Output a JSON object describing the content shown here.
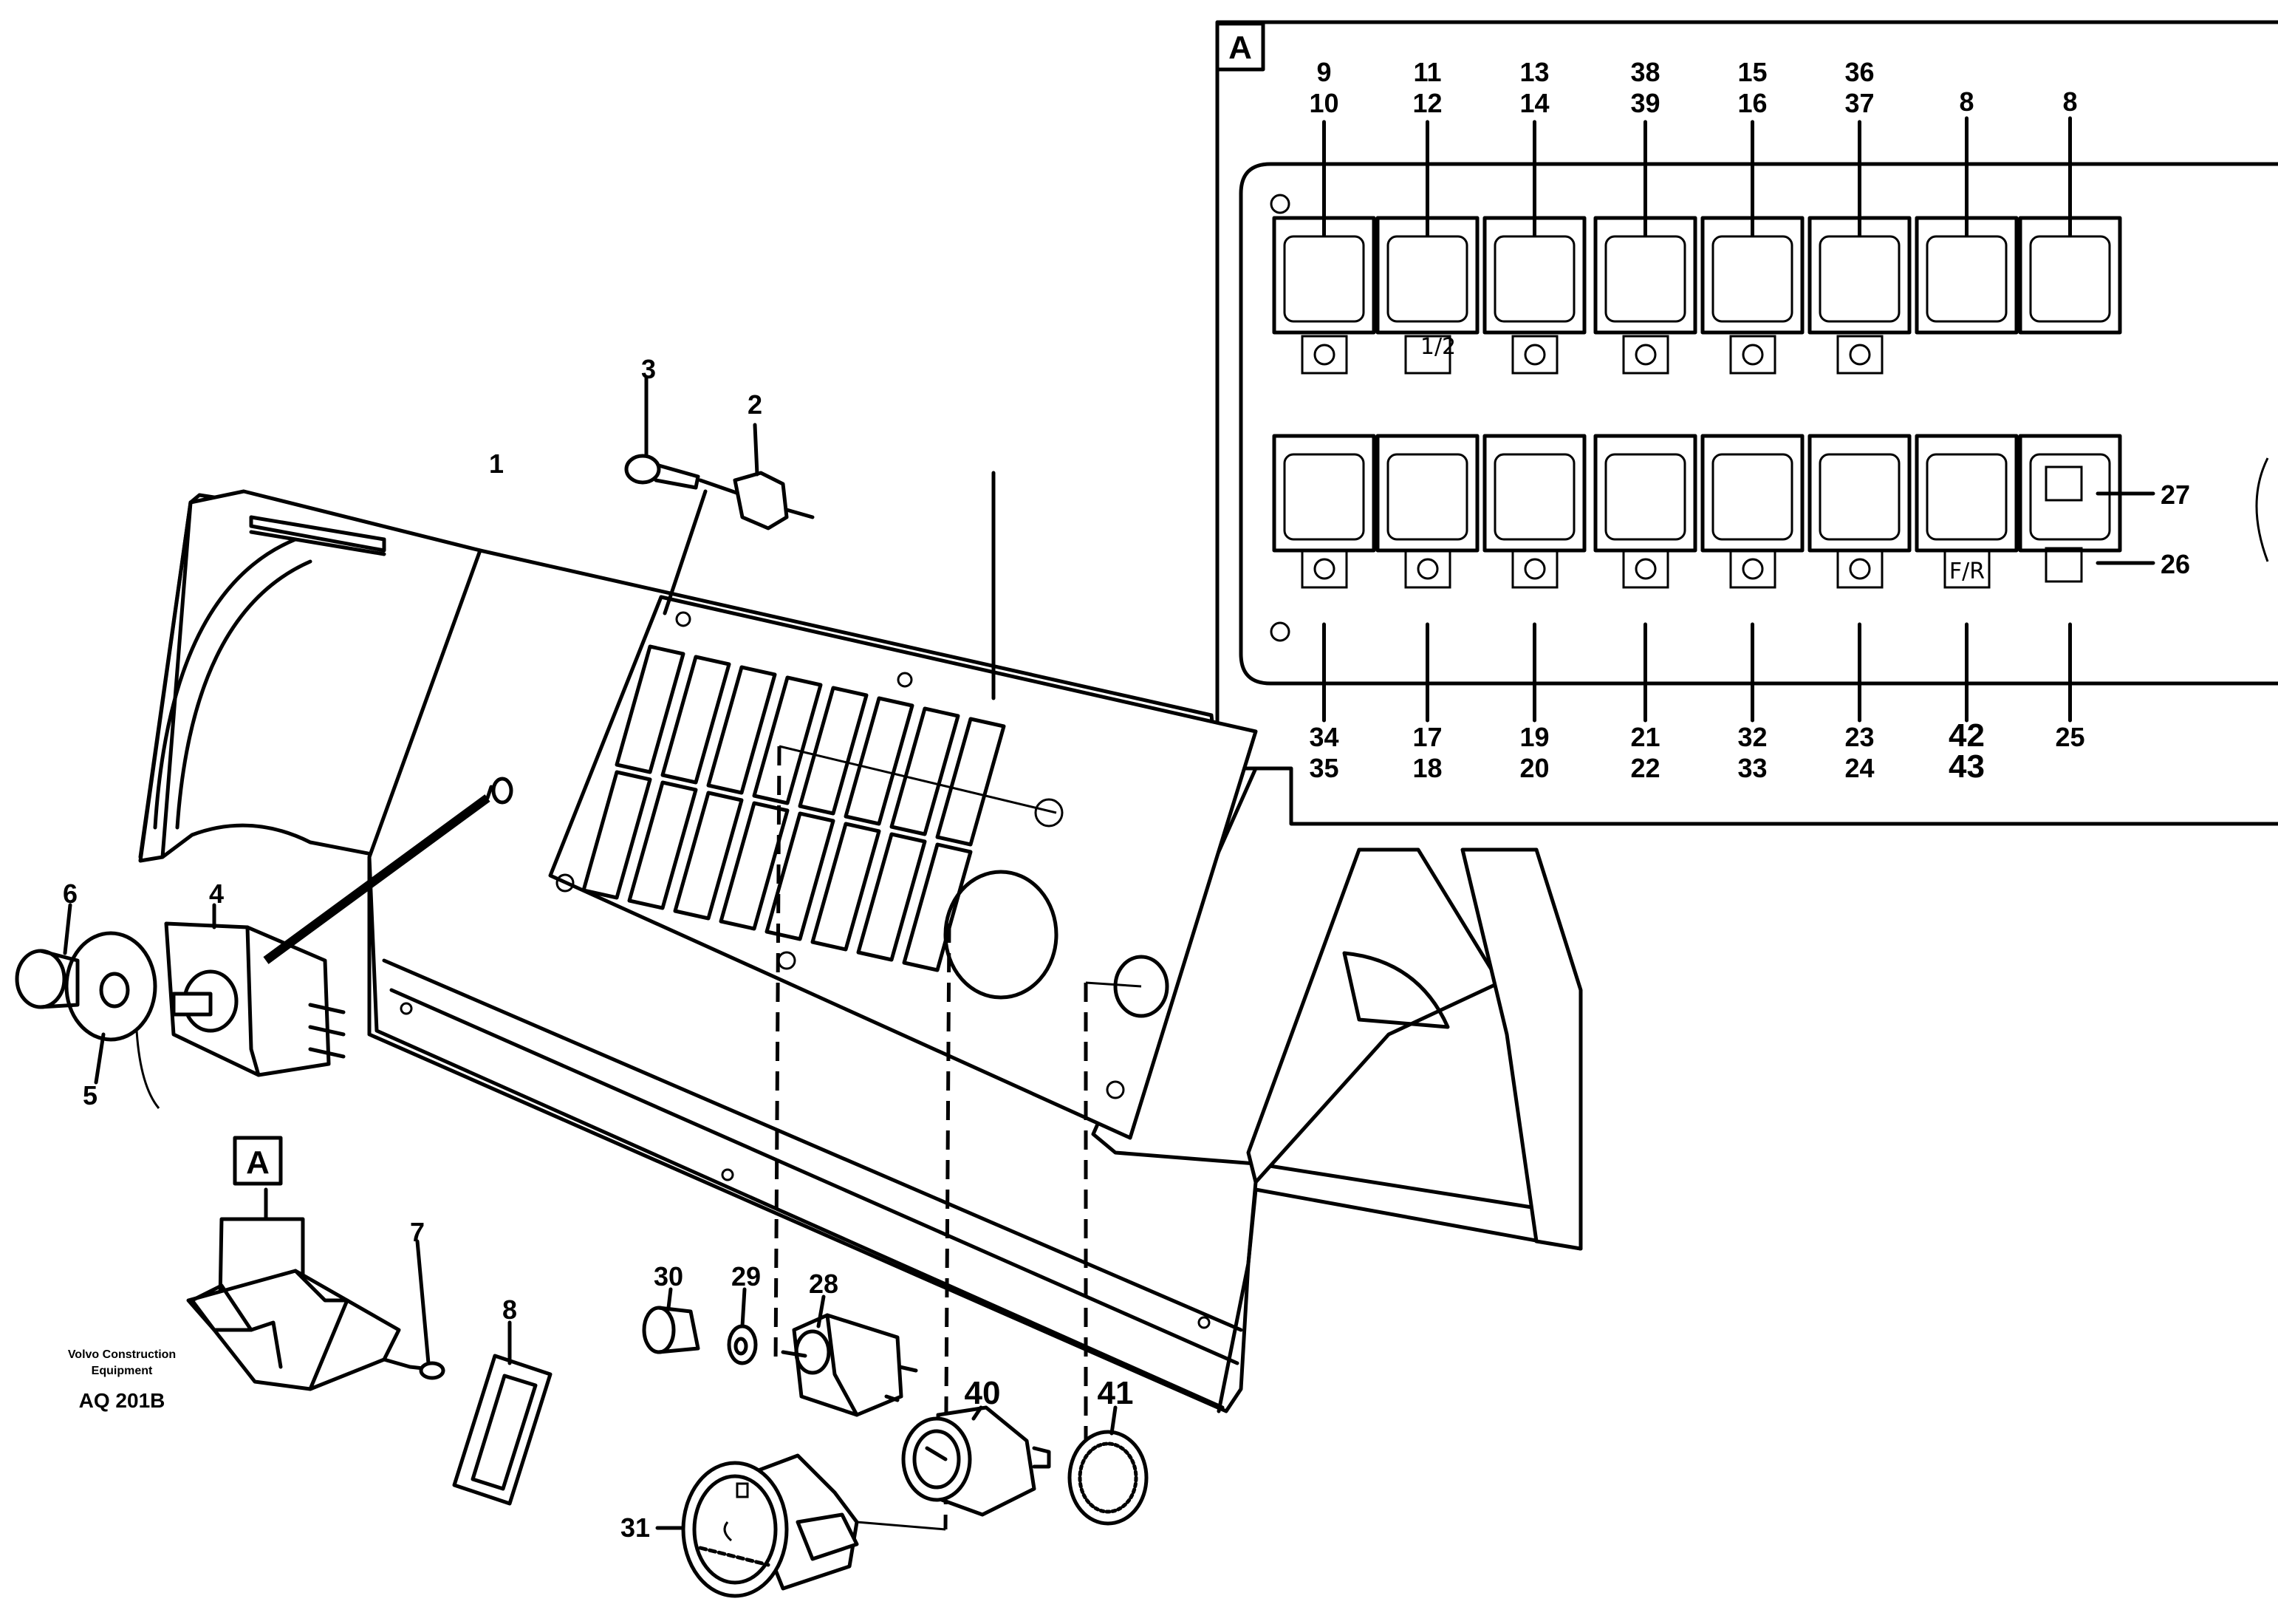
{
  "inset": {
    "marker": "A",
    "top_row_labels": [
      [
        "9",
        "10"
      ],
      [
        "11",
        "12"
      ],
      [
        "13",
        "14"
      ],
      [
        "38",
        "39"
      ],
      [
        "15",
        "16"
      ],
      [
        "36",
        "37"
      ],
      [
        "8"
      ],
      [
        "8"
      ]
    ],
    "bottom_row_labels": [
      [
        "34",
        "35"
      ],
      [
        "17",
        "18"
      ],
      [
        "19",
        "20"
      ],
      [
        "21",
        "22"
      ],
      [
        "32",
        "33"
      ],
      [
        "23",
        "24"
      ],
      [
        "42",
        "43"
      ],
      [
        "25"
      ]
    ],
    "side_labels": [
      "27",
      "26"
    ],
    "fr_symbol": "F/R",
    "half_symbol": "1/2"
  },
  "main": {
    "parts": {
      "p1": "1",
      "p2": "2",
      "p3": "3",
      "p4": "4",
      "p5": "5",
      "p6": "6",
      "p7": "7",
      "p8": "8",
      "p28": "28",
      "p29": "29",
      "p30": "30",
      "p31": "31",
      "p40": "40",
      "p41": "41"
    },
    "detail_marker": "A"
  },
  "footer": {
    "company_line1": "Volvo Construction",
    "company_line2": "Equipment",
    "drawing_code": "AQ 201B"
  }
}
